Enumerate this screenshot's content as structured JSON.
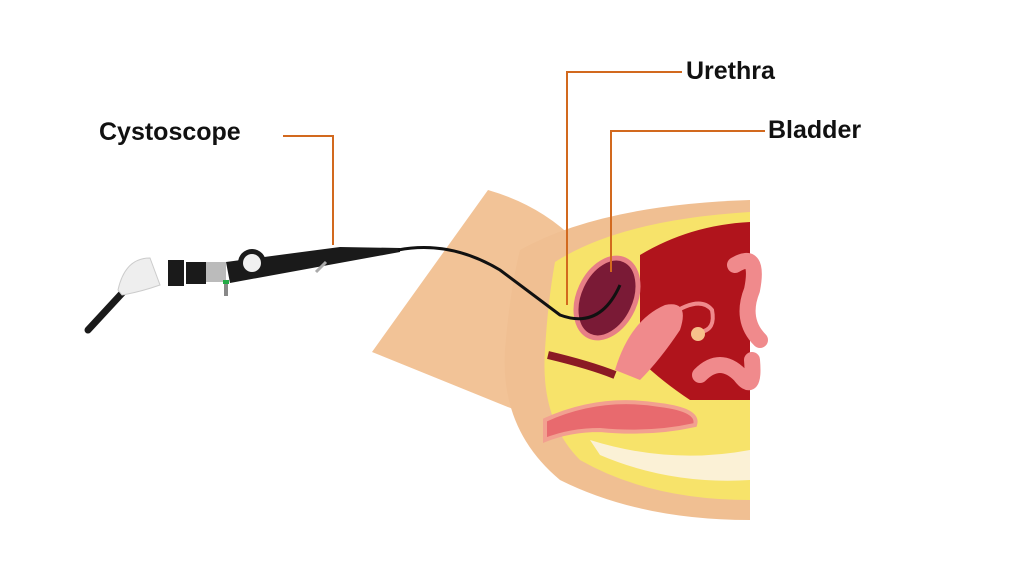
{
  "labels": {
    "cystoscope": "Cystoscope",
    "urethra": "Urethra",
    "bladder": "Bladder"
  },
  "colors": {
    "leader_line": "#d2691e",
    "skin": "#f2c397",
    "fat": "#f7e36a",
    "cavity": "#b0141c",
    "bladder": "#7a1a36",
    "intestine": "#f08a8c",
    "scope": "#1a1a1a"
  }
}
